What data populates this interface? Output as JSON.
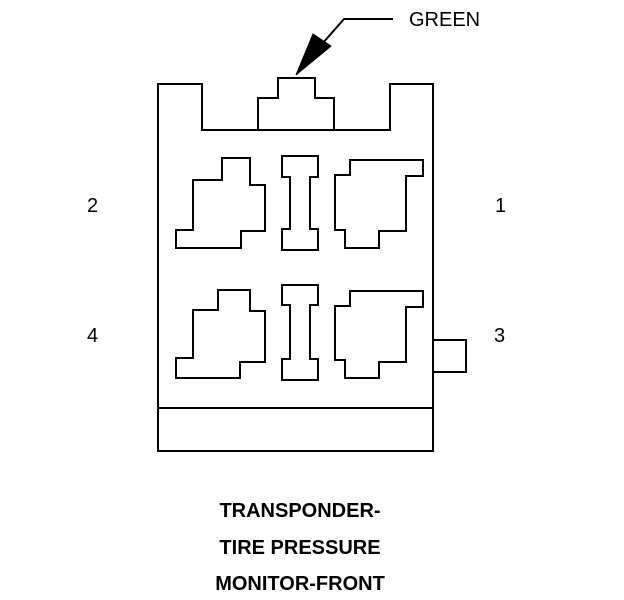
{
  "connector": {
    "wire_color_label": "GREEN",
    "pins": {
      "pin1": "1",
      "pin2": "2",
      "pin3": "3",
      "pin4": "4"
    }
  },
  "caption": {
    "line1": "TRANSPONDER-",
    "line2": "TIRE PRESSURE",
    "line3": "MONITOR-FRONT"
  },
  "colors": {
    "line": "#000000",
    "background": "#ffffff"
  }
}
